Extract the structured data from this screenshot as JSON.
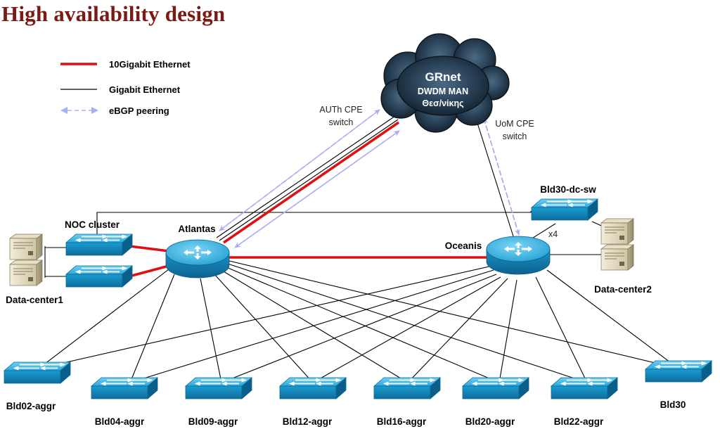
{
  "title": "High availability design",
  "legend": {
    "ten_gig": "10Gigabit Ethernet",
    "gig": "Gigabit Ethernet",
    "ebgp": "eBGP peering"
  },
  "cloud": {
    "name": "GRnet",
    "line2": "DWDM MAN",
    "line3": "Θεσ/νίκης"
  },
  "labels": {
    "auth_cpe_1": "AUTh CPE",
    "auth_cpe_2": "switch",
    "uom_cpe_1": "UoM CPE",
    "uom_cpe_2": "switch",
    "noc_cluster": "NOC cluster",
    "atlantas": "Atlantas",
    "oceanis": "Oceanis",
    "bld30_dc_sw": "Bld30-dc-sw",
    "x4": "x4",
    "data_center1": "Data-center1",
    "data_center2": "Data-center2"
  },
  "access_switches": [
    {
      "id": "bld02",
      "label": "Bld02-aggr"
    },
    {
      "id": "bld04",
      "label": "Bld04-aggr"
    },
    {
      "id": "bld09",
      "label": "Bld09-aggr"
    },
    {
      "id": "bld12",
      "label": "Bld12-aggr"
    },
    {
      "id": "bld16",
      "label": "Bld16-aggr"
    },
    {
      "id": "bld20",
      "label": "Bld20-aggr"
    },
    {
      "id": "bld22",
      "label": "Bld22-aggr"
    },
    {
      "id": "bld30",
      "label": "Bld30"
    }
  ],
  "colors": {
    "title": "#7b1a14",
    "ten_gig": "#e01010",
    "gig": "#000000",
    "ebgp": "#a8aef0",
    "device": "#1e9ed2",
    "cloud": "#1c2a38"
  }
}
